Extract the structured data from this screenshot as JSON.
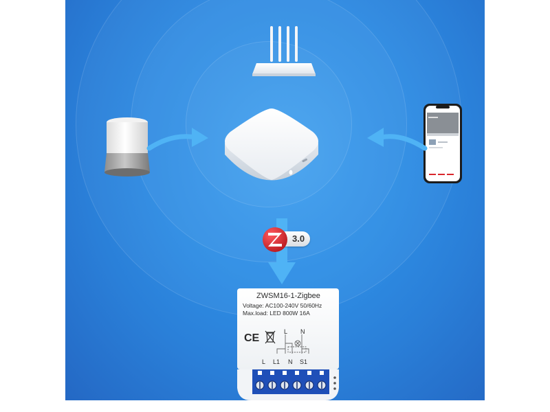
{
  "zigbee_badge": {
    "version": "3.0"
  },
  "module": {
    "model": "ZWSM16-1-Zigbee",
    "voltage": "Voltage: AC100-240V 50/60Hz",
    "max_load": "Max.load: LED 800W 16A",
    "top_terminals": [
      "L",
      "N"
    ],
    "bottom_terminals": [
      "L",
      "L1",
      "N",
      "S1"
    ],
    "ce_mark": "CE"
  },
  "colors": {
    "background": "#2f8fe6",
    "arrow": "#4fb3f5",
    "device_white": "#f4f6f9",
    "terminal_blue": "#1f4fb8",
    "zigbee_red": "#d9262c"
  },
  "icons": [
    "router-icon",
    "smart-speaker-icon",
    "zigbee-hub-icon",
    "smartphone-icon",
    "zigbee-logo-icon",
    "ce-mark-icon",
    "weee-bin-icon"
  ]
}
